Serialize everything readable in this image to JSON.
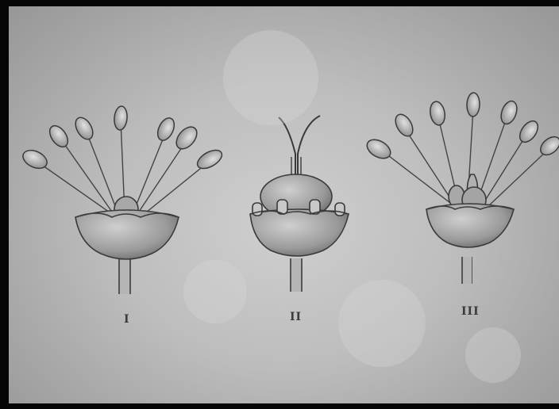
{
  "figures": [
    {
      "id": "I",
      "label": "I"
    },
    {
      "id": "II",
      "label": "II"
    },
    {
      "id": "III",
      "label": "III"
    }
  ],
  "colors": {
    "background": "#bdbdbd",
    "ink": "#3b3b3b",
    "frame": "#050505"
  }
}
